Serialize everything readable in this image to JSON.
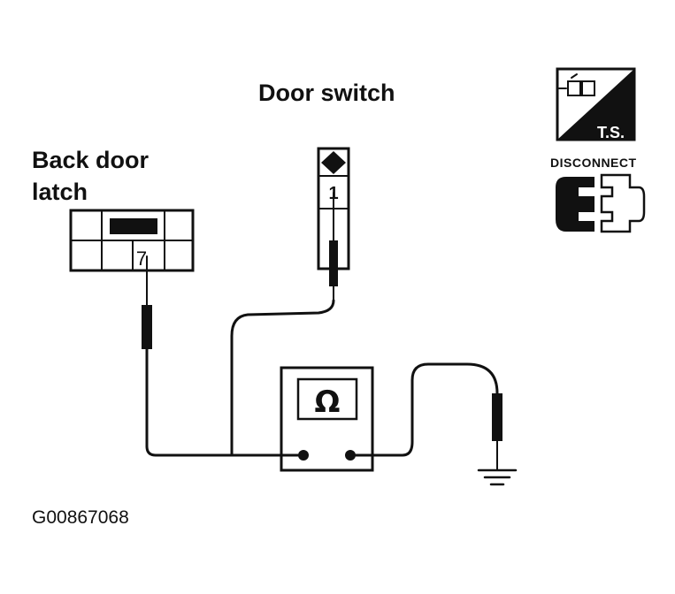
{
  "labels": {
    "door_switch": "Door switch",
    "back_door_latch_line1": "Back door",
    "back_door_latch_line2": "latch",
    "figure_id": "G00867068"
  },
  "connectors": {
    "latch_terminal": "7",
    "switch_terminal": "1"
  },
  "meter": {
    "symbol": "Ω"
  },
  "badges": {
    "ts_text": "T.S.",
    "disconnect_text": "DISCONNECT"
  },
  "colors": {
    "ink": "#111111",
    "background": "#ffffff"
  }
}
